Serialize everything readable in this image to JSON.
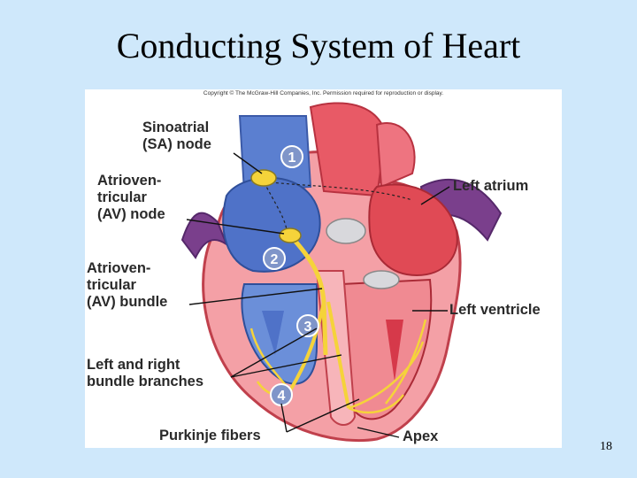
{
  "slide": {
    "title": "Conducting System of Heart",
    "page_number": "18"
  },
  "figure": {
    "copyright": "Copyright © The McGraw-Hill Companies, Inc. Permission required for reproduction or display.",
    "labels": {
      "sa_node": "Sinoatrial\n(SA) node",
      "av_node": "Atrioven-\ntricular\n(AV) node",
      "av_bundle": "Atrioven-\ntricular\n(AV) bundle",
      "bundle_branches": "Left and right\nbundle branches",
      "purkinje": "Purkinje fibers",
      "left_atrium": "Left atrium",
      "left_ventricle": "Left ventricle",
      "apex": "Apex"
    },
    "markers": [
      "1",
      "2",
      "3",
      "4"
    ],
    "colors": {
      "right_heart_blue": "#4f72c8",
      "left_heart_red": "#e04a55",
      "wall_pink": "#f4a0a6",
      "conduction_yellow": "#f5d33a",
      "marker_blue": "#7f95c9",
      "vessel_purple": "#7a3f8c"
    }
  }
}
